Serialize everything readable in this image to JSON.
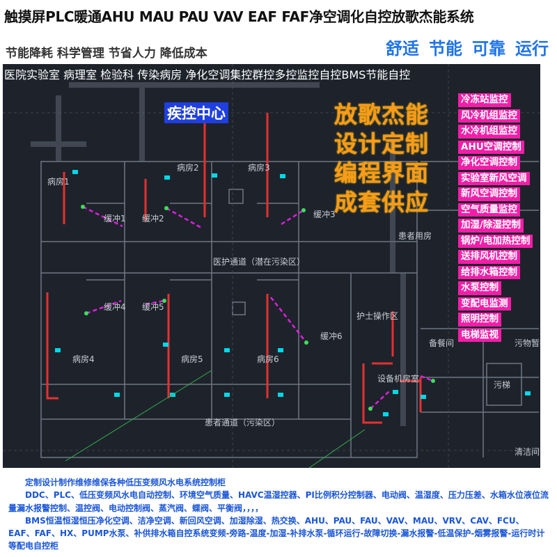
{
  "header": {
    "title": "触摸屏PLC暖通AHU MAU PAU VAV EAF FAF净空调化自控放歌杰能系统",
    "subtitle": "节能降耗 科学管理 节省人力 降低成本",
    "tags": [
      "舒适",
      "节能",
      "可靠",
      "运行"
    ]
  },
  "panel": {
    "header_text": "医院实验室 病理室 检验科 传染病房 净化空调集控群控多控监控自控BMS节能自控",
    "center_title": "疾控中心",
    "promo_lines": [
      "放歌杰能",
      "设计定制",
      "编程界面",
      "成套供应"
    ],
    "rooms": {
      "ward1": "病房1",
      "ward2": "病房2",
      "ward3": "病房3",
      "ward4": "病房4",
      "ward5": "病房5",
      "ward6": "病房6",
      "buffer1": "缓冲1",
      "buffer2": "缓冲2",
      "buffer3": "缓冲3",
      "buffer4": "缓冲4",
      "buffer5": "缓冲5",
      "buffer6": "缓冲6",
      "corridor_clean": "医护通道（潜在污染区）",
      "corridor_dirty": "患者通道（污染区）",
      "nurse_station": "护士操作区",
      "equipment": "设备机房室",
      "prep": "备餐间",
      "patient_room": "患者用房",
      "dirt_temp": "污物暂存间",
      "dirt": "污梯",
      "clean": "清洁间"
    },
    "menu_items": [
      "冷冻站监控",
      "风冷机组监控",
      "水冷机组监控",
      "AHU空调控制",
      "净化空调控制",
      "实验室新风空调",
      "新风空调控制",
      "空气质量监控",
      "加湿/除湿控制",
      "锅炉/电加热控制",
      "送排风机控制",
      "给排水箱控制",
      "水泵控制",
      "变配电监测",
      "照明控制",
      "电梯监视"
    ]
  },
  "footer": {
    "paragraphs": [
      "定制设计制作维修维保各种低压变频风水电系统控制柜",
      "DDC、PLC、低压变频风水电自动控制、环境空气质量、HAVC温湿控器、PI比例积分控制器、电动阀、温湿度、压力压差、水箱水位液位流量漏水报警控制、温控阀、电动控制阀、蒸汽阀、蝶阀、平衡阀，，，，",
      "BMS恒温恒湿恒压净化空调、洁净空调、新回风空调、加湿除湿、热交换、AHU、PAU、FAU、VAV、MAU、VRV、CAV、FCU、EAF、FAF、HX、PUMP水泵、补供排水箱自控系统变频-旁路-温度-加湿-补排水泵-循环运行-故障切换-漏水报警-低温保护-烟雾报警-运行时计等配电自控柜"
    ]
  },
  "colors": {
    "panel_bg": "#1e232b",
    "menu_bg": "#f21ea8",
    "promo": "#ff9a1a",
    "tag": "#1e73e8",
    "footer_text": "#1a56d6",
    "duct": "#e53030",
    "control_link": "#e01ee0",
    "sensor": "#00d8e8"
  }
}
